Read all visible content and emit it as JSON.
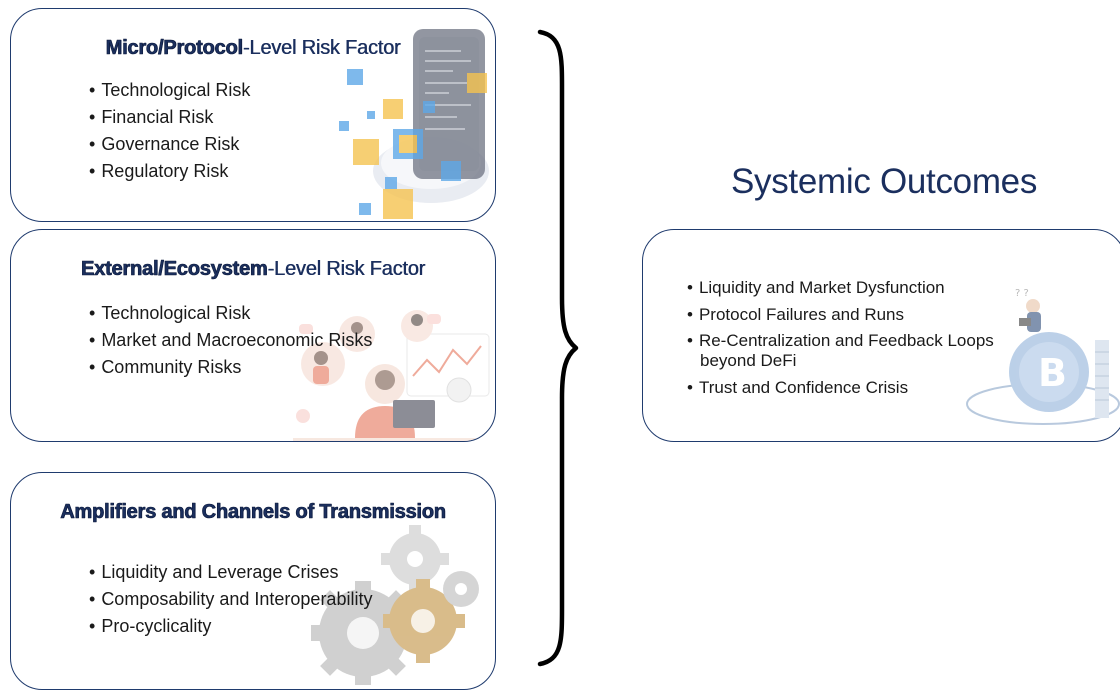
{
  "micro": {
    "title_bold": "Micro/Protocol",
    "title_rest": "-Level Risk Factor",
    "items": [
      "Technological Risk",
      "Financial Risk",
      "Governance Risk",
      "Regulatory Risk"
    ],
    "illustration": "smartphone-blockchain-cubes-icon"
  },
  "external": {
    "title_bold": "External/Ecosystem",
    "title_rest": "-Level Risk Factor",
    "items": [
      "Technological Risk",
      "Market and Macroeconomic Risks",
      "Community Risks"
    ],
    "illustration": "people-trading-laptop-icon"
  },
  "amplifiers": {
    "title": "Amplifiers and Channels of Transmission",
    "items": [
      "Liquidity and Leverage Crises",
      "Composability and Interoperability",
      "Pro-cyclicality"
    ],
    "illustration": "gears-icon"
  },
  "outcomes": {
    "heading": "Systemic Outcomes",
    "items": [
      "Liquidity and Market Dysfunction",
      "Protocol Failures and Runs",
      "Re-Centralization and Feedback Loops beyond DeFi",
      "Trust and Confidence Crisis"
    ],
    "illustration": "bitcoin-coin-person-icon"
  },
  "connector": "curly-brace-icon",
  "colors": {
    "border": "#1f3b6e",
    "title": "#1b2f5e",
    "cube_blue": "#5ea8e8",
    "cube_yellow": "#f5c451",
    "gear_gold": "#c9a05a",
    "gear_gray": "#b9b9b9",
    "accent_red": "#e2674a"
  }
}
